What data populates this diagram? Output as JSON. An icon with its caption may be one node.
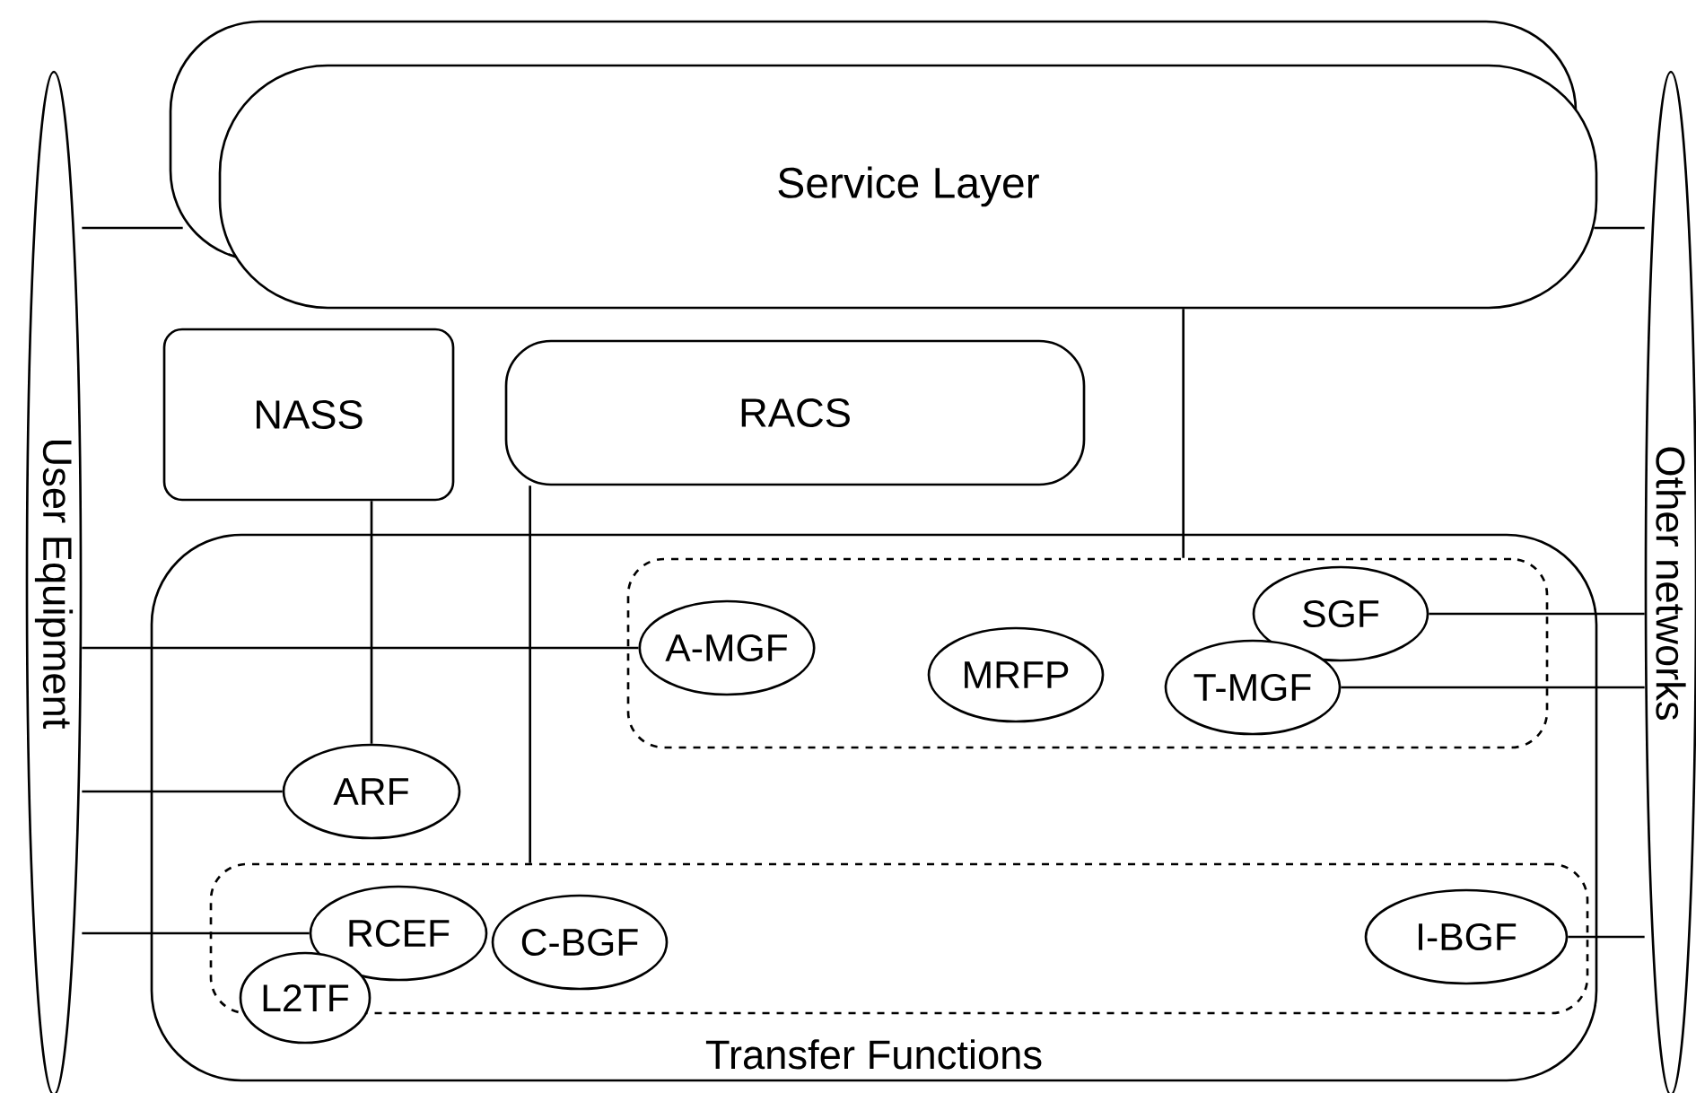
{
  "diagram": {
    "nodes": [
      {
        "text": [
          "User Equipment"
        ]
      },
      {
        "text": [
          "Other networks"
        ]
      },
      {
        "text": [
          "Service Layer"
        ]
      },
      {
        "text": [
          "NASS"
        ]
      },
      {
        "text": [
          "RACS"
        ]
      },
      {
        "text": [
          "Transfer Functions"
        ]
      },
      {
        "text": [],
        "shape": "box",
        "in": 5
      },
      {
        "text": [
          "A-MGF"
        ],
        "in": 6
      },
      {
        "text": [
          "MRFP"
        ],
        "in": 6
      },
      {
        "text": [
          "SGF"
        ],
        "in": 6
      },
      {
        "text": [
          "T-MGF"
        ],
        "in": 6
      },
      {
        "text": [
          "ARF"
        ],
        "in": 5
      },
      {
        "text": [],
        "shape": "box",
        "in": 5
      },
      {
        "text": [
          "RCEF"
        ],
        "in": 12
      },
      {
        "text": [
          "L2TF"
        ],
        "in": 5
      },
      {
        "text": [
          "C-BGF"
        ],
        "in": 12
      },
      {
        "text": [
          "I-BGF"
        ],
        "in": 12
      }
    ],
    "edges": [
      {
        "from": 0,
        "to": 2,
        "arrow": "none"
      },
      {
        "from": 2,
        "to": 1,
        "arrow": "none"
      },
      {
        "from": 3,
        "to": 11,
        "arrow": "none"
      },
      {
        "from": 4,
        "to": 12,
        "arrow": "none"
      },
      {
        "from": 2,
        "to": 6,
        "arrow": "none"
      },
      {
        "from": 0,
        "to": 7,
        "arrow": "none"
      },
      {
        "from": 9,
        "to": 1,
        "arrow": "none"
      },
      {
        "from": 10,
        "to": 1,
        "arrow": "none"
      },
      {
        "from": 0,
        "to": 11,
        "arrow": "none"
      },
      {
        "from": 0,
        "to": 13,
        "arrow": "none"
      },
      {
        "from": 16,
        "to": 1,
        "arrow": "none"
      }
    ]
  }
}
